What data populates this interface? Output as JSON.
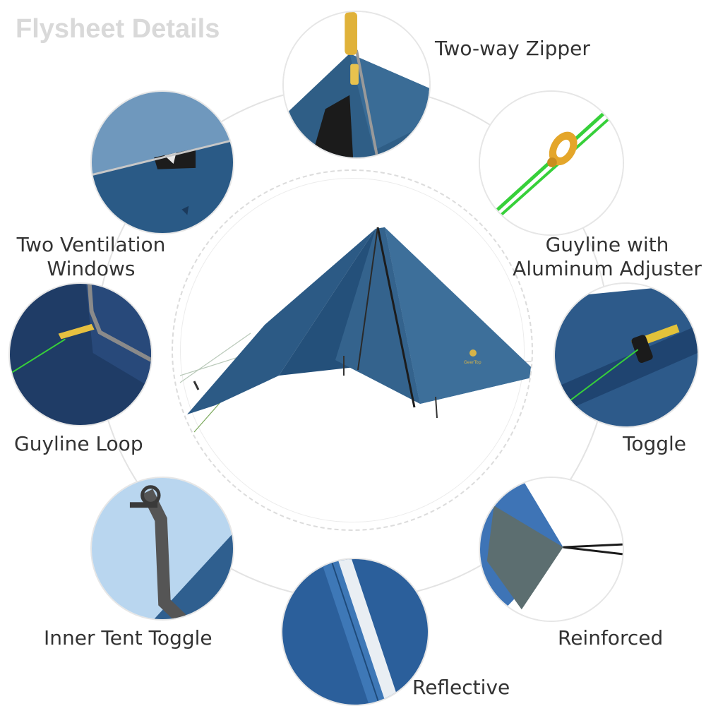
{
  "title": "Flysheet Details",
  "center_image": {
    "brand_mark": "GeerTop"
  },
  "features": [
    {
      "label": "Two-way Zipper"
    },
    {
      "label": "Guyline with\nAluminum Adjuster"
    },
    {
      "label": "Toggle"
    },
    {
      "label": "Reinforced"
    },
    {
      "label": "Reflective"
    },
    {
      "label": "Inner Tent Toggle"
    },
    {
      "label": "Guyline Loop"
    },
    {
      "label": "Two Ventilation\nWindows"
    }
  ],
  "colors": {
    "tent_blue": "#2f5e86",
    "tent_dark": "#1f3f63",
    "guyline_green": "#37d03a",
    "adjuster_yellow": "#e4a62a",
    "title_gray": "#d9d9d9"
  }
}
